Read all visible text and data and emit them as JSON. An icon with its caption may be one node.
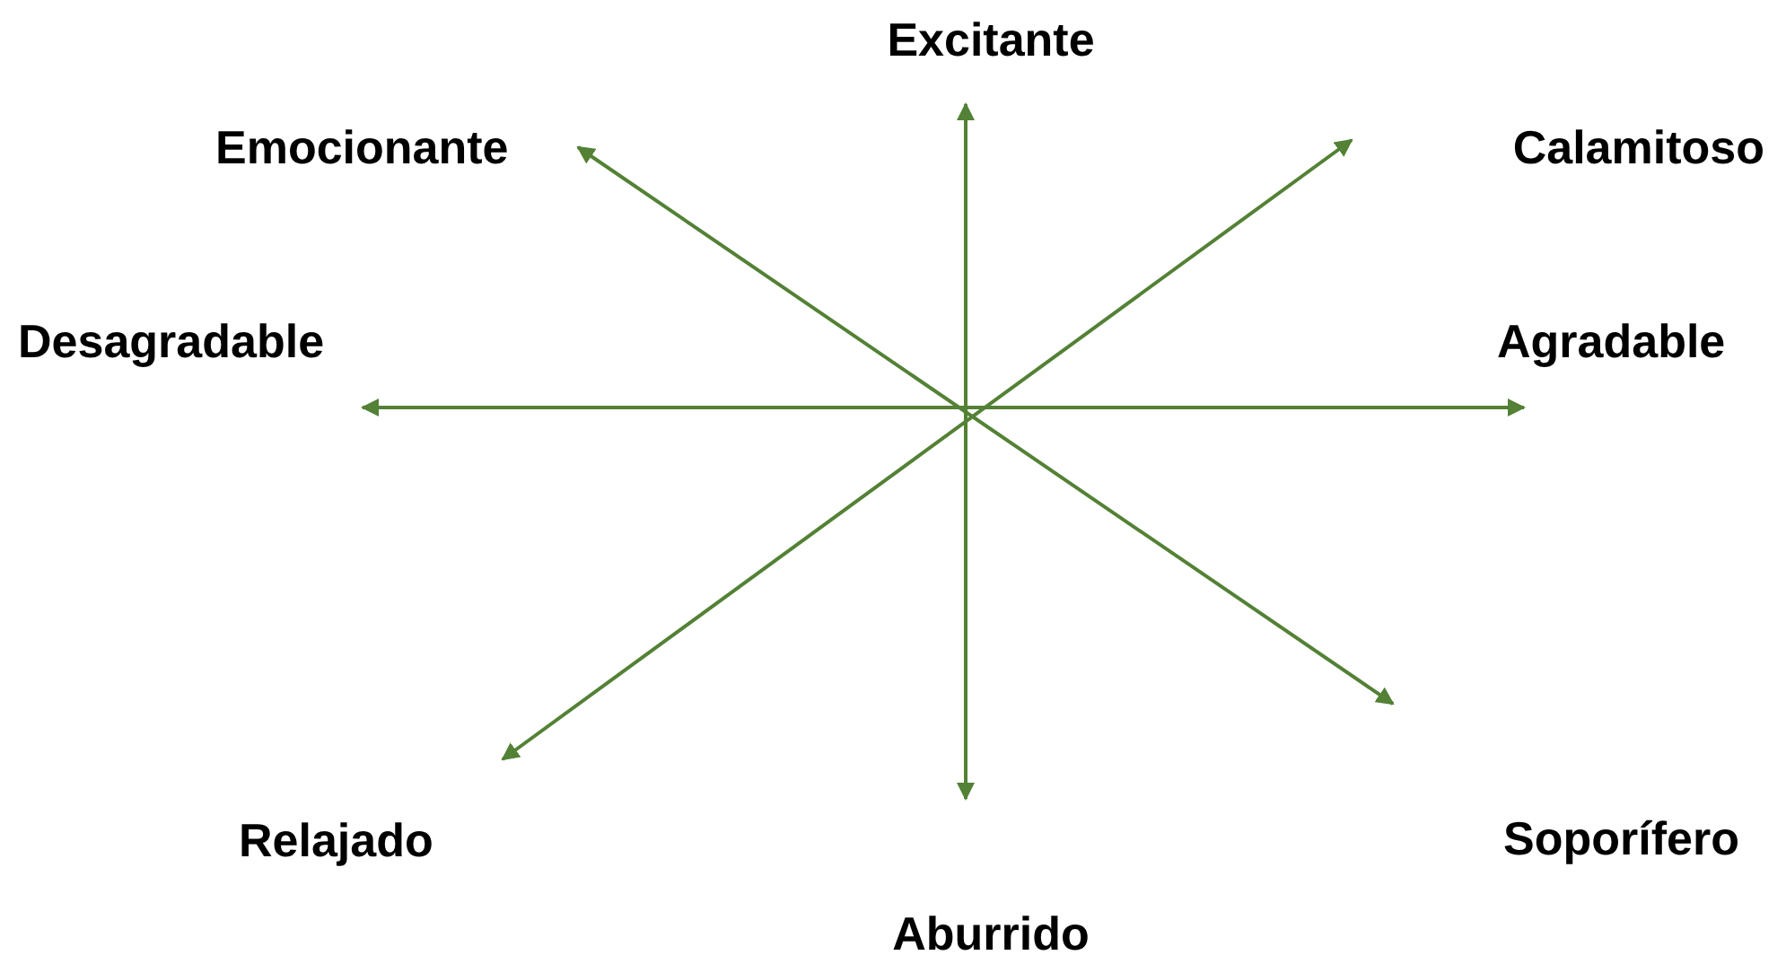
{
  "diagram": {
    "nodes": [
      {
        "text": [
          "Excitante"
        ]
      },
      {
        "text": [
          "Emocionante"
        ]
      },
      {
        "text": [
          "Calamitoso"
        ]
      },
      {
        "text": [
          "Desagradable"
        ]
      },
      {
        "text": [
          "Agradable"
        ]
      },
      {
        "text": [
          "Relajado"
        ]
      },
      {
        "text": [
          "Soporífero"
        ]
      },
      {
        "text": [
          "Aburrido"
        ]
      }
    ],
    "edges": [
      {
        "from": 0,
        "to": 7,
        "arrow": "both"
      },
      {
        "from": 1,
        "to": 6,
        "arrow": "both"
      },
      {
        "from": 2,
        "to": 5,
        "arrow": "both"
      },
      {
        "from": 3,
        "to": 4,
        "arrow": "both"
      }
    ]
  }
}
